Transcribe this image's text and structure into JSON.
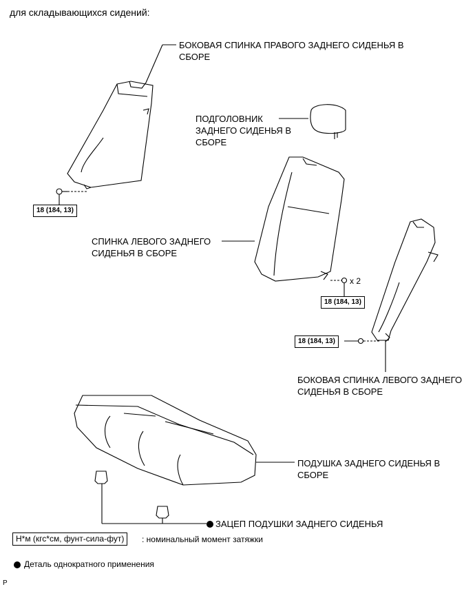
{
  "header": {
    "title": "для складывающихся сидений:"
  },
  "parts": {
    "right_side_back": [
      "БОКОВАЯ СПИНКА ПРАВОГО ЗАДНЕГО СИДЕНЬЯ В",
      "СБОРЕ"
    ],
    "headrest": [
      "ПОДГОЛОВНИК",
      "ЗАДНЕГО СИДЕНЬЯ В",
      "СБОРЕ"
    ],
    "left_seatback": [
      "СПИНКА ЛЕВОГО ЗАДНЕГО",
      "СИДЕНЬЯ В СБОРЕ"
    ],
    "left_side_back": [
      "БОКОВАЯ СПИНКА ЛЕВОГО ЗАДНЕГО",
      "СИДЕНЬЯ В СБОРЕ"
    ],
    "cushion": [
      "ПОДУШКА ЗАДНЕГО СИДЕНЬЯ В",
      "СБОРЕ"
    ],
    "cushion_hook": "ЗАЦЕП ПОДУШКИ ЗАДНЕГО СИДЕНЬЯ"
  },
  "torque": {
    "right_side": "18 (184, 13)",
    "seatback": "18 (184, 13)",
    "left_side": "18 (184, 13)",
    "bolt_qty": "x 2"
  },
  "legend": {
    "torque_unit": "Н*м (кгс*см, фунт-сила-фут)",
    "torque_desc": ": номинальный момент затяжки",
    "single_use": "Деталь однократного применения"
  },
  "footer_code": "P"
}
